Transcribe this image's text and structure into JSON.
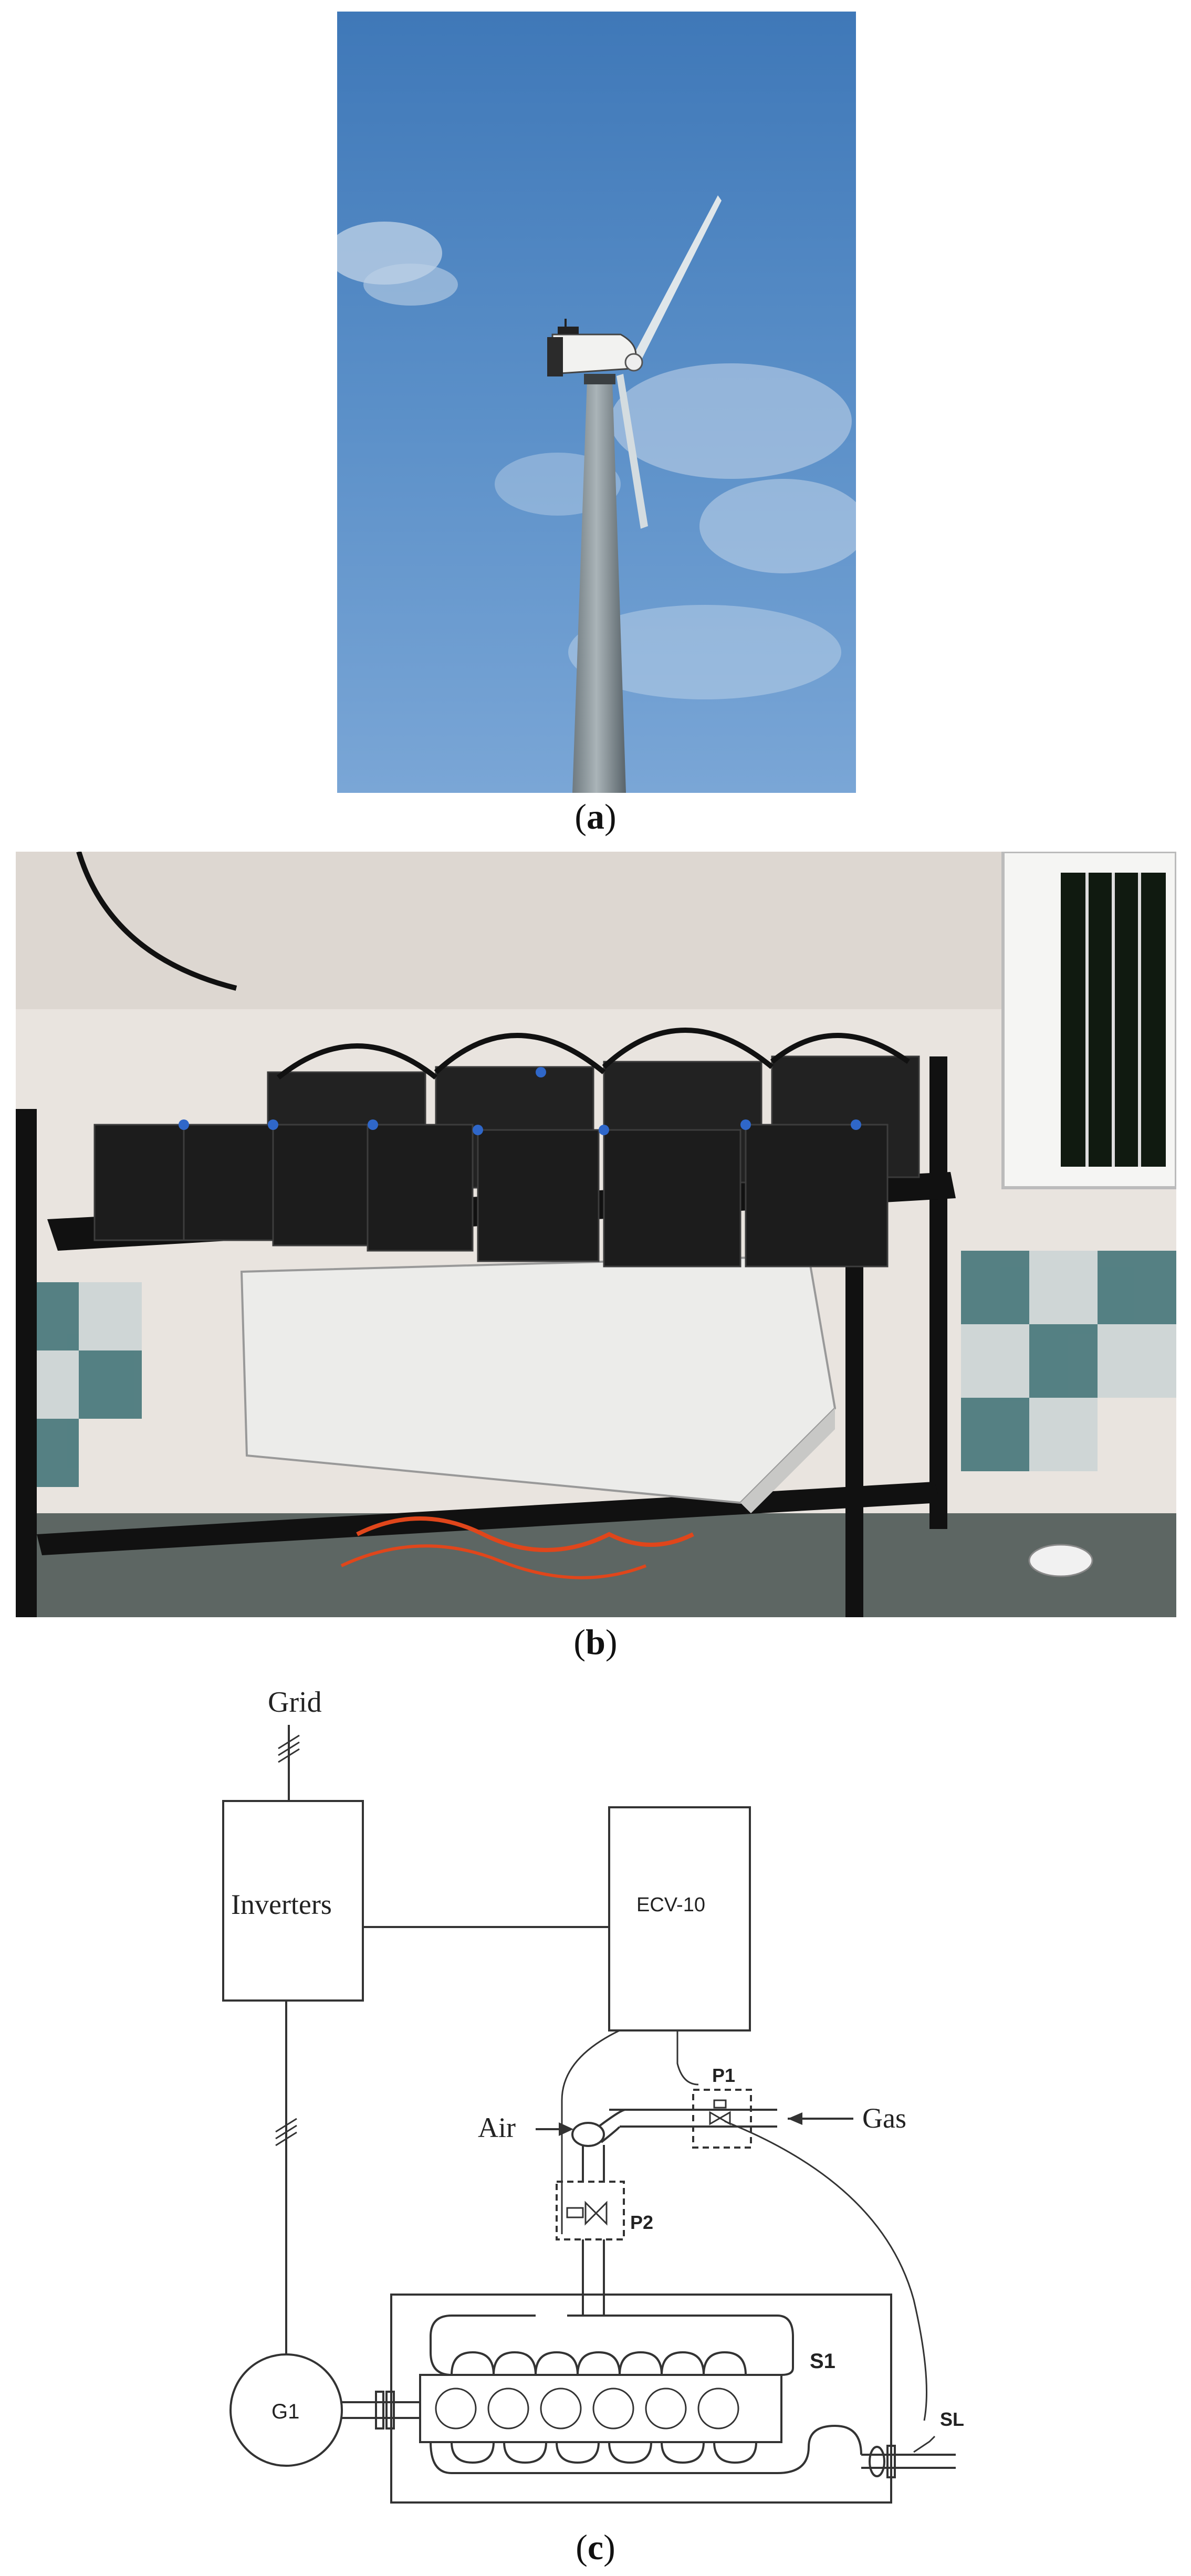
{
  "figure": {
    "panel_a": {
      "caption_open": "(",
      "caption_letter": "a",
      "caption_close": ")"
    },
    "panel_b": {
      "caption_open": "(",
      "caption_letter": "b",
      "caption_close": ")"
    },
    "panel_c": {
      "caption_open": "(",
      "caption_letter": "c",
      "caption_close": ")",
      "labels": {
        "grid": "Grid",
        "inverters": "Inverters",
        "ecv": "ECV-10",
        "air": "Air",
        "gas": "Gas",
        "p1": "P1",
        "p2": "P2",
        "s1": "S1",
        "g1": "G1",
        "sl": "SL"
      }
    }
  }
}
